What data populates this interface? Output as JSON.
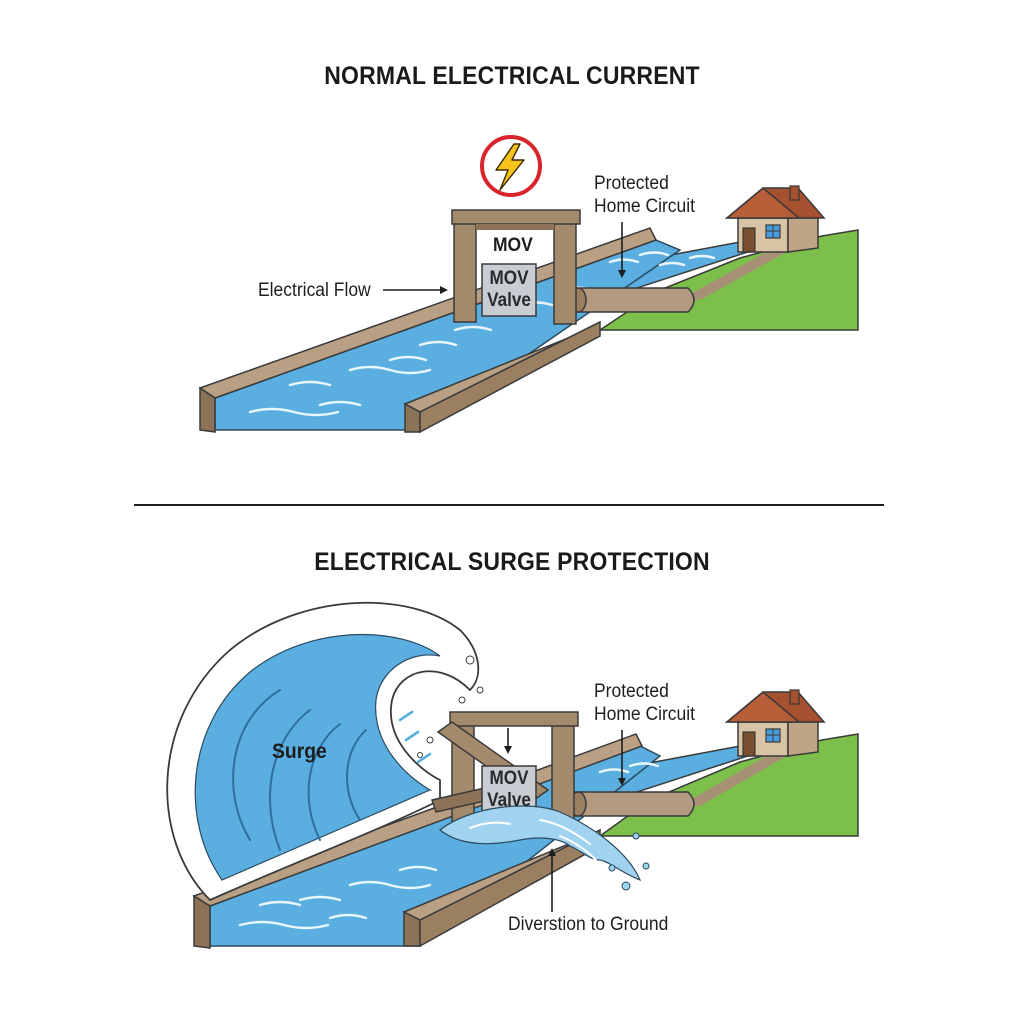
{
  "panels": {
    "top": {
      "title": "NORMAL ELECTRICAL CURRENT",
      "labels": {
        "mov": "MOV",
        "valve_line1": "MOV",
        "valve_line2": "Valve",
        "electrical_flow": "Electrical Flow",
        "protected_line1": "Protected",
        "protected_line2": "Home Circuit"
      }
    },
    "bottom": {
      "title": "ELECTRICAL SURGE PROTECTION",
      "labels": {
        "surge": "Surge",
        "valve_line1": "MOV",
        "valve_line2": "Valve",
        "protected_line1": "Protected",
        "protected_line2": "Home Circuit",
        "diversion": "Diverstion to Ground"
      }
    }
  },
  "icons": {
    "lightning": "lightning-warning-icon",
    "house": "house-icon"
  },
  "colors": {
    "water": "#5aaee0",
    "water_light": "#9fd3f0",
    "wood": "#a48a6c",
    "wood_dark": "#6b5238",
    "grass": "#7cbf4a",
    "pipe": "#b39a80",
    "warning_red": "#d9242b",
    "bolt_yellow": "#f6c21c",
    "house_wall": "#d9c3a5",
    "roof": "#a5502f"
  }
}
